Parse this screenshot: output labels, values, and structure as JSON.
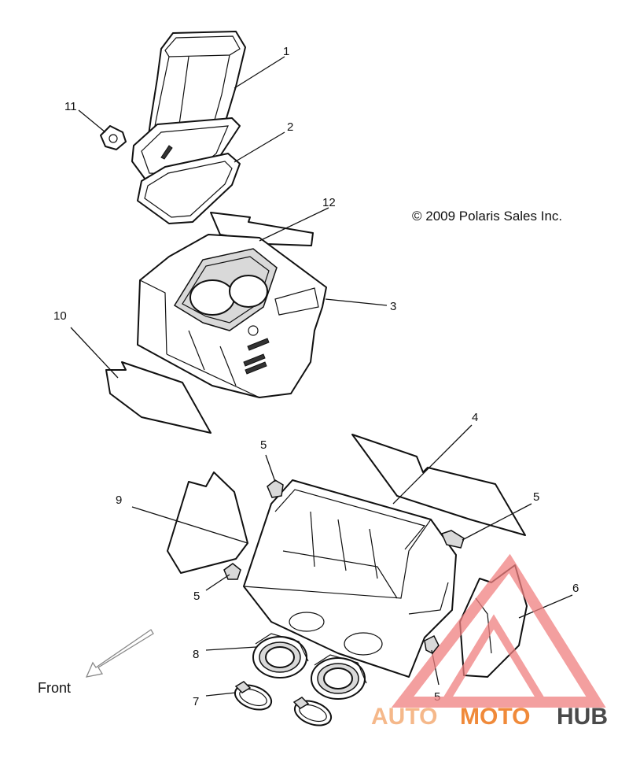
{
  "copyright": "© 2009 Polaris Sales Inc.",
  "front_label": "Front",
  "watermark": {
    "auto": "AUTO",
    "moto": "MOTO",
    "hub": "HUB",
    "color_light": "#f5b88a",
    "color_orange": "#f08a3a",
    "color_dark": "#4a4a4a",
    "triangle_color": "#f08080"
  },
  "callouts": [
    "1",
    "2",
    "3",
    "4",
    "5",
    "5",
    "5",
    "5",
    "6",
    "7",
    "8",
    "9",
    "10",
    "11",
    "12"
  ],
  "icons": {
    "front_arrow": "arrow-icon",
    "logo": "automotohub-triangle-icon"
  }
}
